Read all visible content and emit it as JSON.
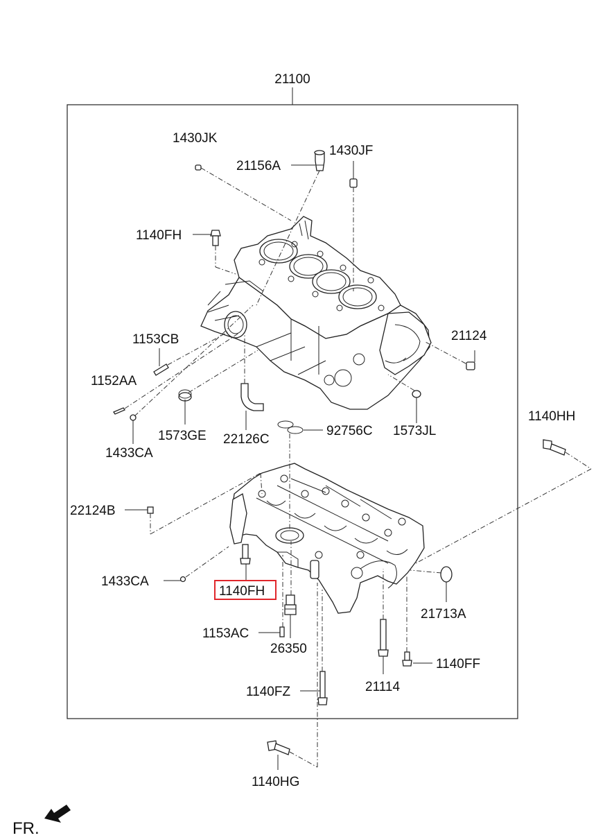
{
  "diagram": {
    "assembly_number": "21100",
    "direction_label": "FR.",
    "highlight_color": "#e0262b",
    "highlighted_part": "1140FH",
    "parts": [
      {
        "key": "p_21100",
        "code": "21100"
      },
      {
        "key": "p_1430JK",
        "code": "1430JK"
      },
      {
        "key": "p_21156A",
        "code": "21156A"
      },
      {
        "key": "p_1430JF",
        "code": "1430JF"
      },
      {
        "key": "p_1140FH_top",
        "code": "1140FH"
      },
      {
        "key": "p_1153CB",
        "code": "1153CB"
      },
      {
        "key": "p_21124",
        "code": "21124"
      },
      {
        "key": "p_1152AA",
        "code": "1152AA"
      },
      {
        "key": "p_1573GE",
        "code": "1573GE"
      },
      {
        "key": "p_22126C",
        "code": "22126C"
      },
      {
        "key": "p_92756C",
        "code": "92756C"
      },
      {
        "key": "p_1573JL",
        "code": "1573JL"
      },
      {
        "key": "p_1433CA_top",
        "code": "1433CA"
      },
      {
        "key": "p_1140HH",
        "code": "1140HH"
      },
      {
        "key": "p_22124B",
        "code": "22124B"
      },
      {
        "key": "p_1433CA_bottom",
        "code": "1433CA"
      },
      {
        "key": "p_1140FH_bottom",
        "code": "1140FH"
      },
      {
        "key": "p_21713A",
        "code": "21713A"
      },
      {
        "key": "p_1153AC",
        "code": "1153AC"
      },
      {
        "key": "p_26350",
        "code": "26350"
      },
      {
        "key": "p_1140FF",
        "code": "1140FF"
      },
      {
        "key": "p_21114",
        "code": "21114"
      },
      {
        "key": "p_1140FZ",
        "code": "1140FZ"
      },
      {
        "key": "p_1140HG",
        "code": "1140HG"
      }
    ]
  }
}
